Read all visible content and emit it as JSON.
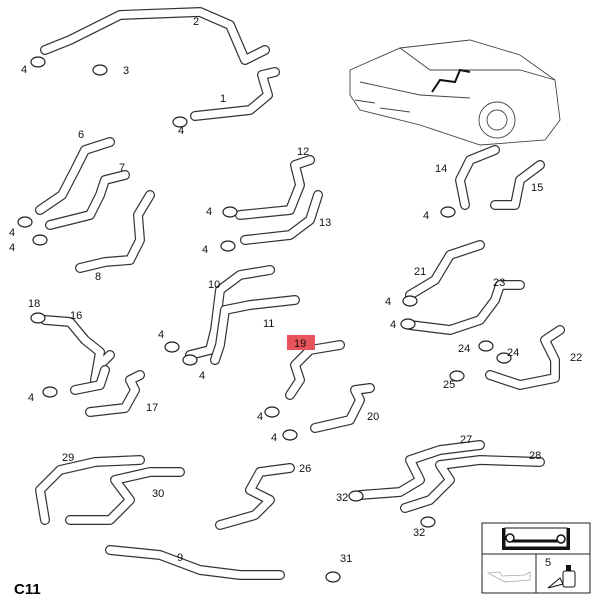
{
  "diagram": {
    "page_code": "C11",
    "highlight_color": "#e8525a",
    "highlighted_part": "19",
    "labels": [
      {
        "id": "2",
        "t": "2"
      },
      {
        "id": "4a",
        "t": "4"
      },
      {
        "id": "3",
        "t": "3"
      },
      {
        "id": "1",
        "t": "1"
      },
      {
        "id": "4b",
        "t": "4"
      },
      {
        "id": "6",
        "t": "6"
      },
      {
        "id": "7",
        "t": "7"
      },
      {
        "id": "4c",
        "t": "4"
      },
      {
        "id": "4d",
        "t": "4"
      },
      {
        "id": "8",
        "t": "8"
      },
      {
        "id": "12",
        "t": "12"
      },
      {
        "id": "4e",
        "t": "4"
      },
      {
        "id": "13",
        "t": "13"
      },
      {
        "id": "4f",
        "t": "4"
      },
      {
        "id": "14",
        "t": "14"
      },
      {
        "id": "15",
        "t": "15"
      },
      {
        "id": "4g",
        "t": "4"
      },
      {
        "id": "21",
        "t": "21"
      },
      {
        "id": "23",
        "t": "23"
      },
      {
        "id": "4h",
        "t": "4"
      },
      {
        "id": "4i",
        "t": "4"
      },
      {
        "id": "24a",
        "t": "24"
      },
      {
        "id": "24b",
        "t": "24"
      },
      {
        "id": "22",
        "t": "22"
      },
      {
        "id": "25",
        "t": "25"
      },
      {
        "id": "18",
        "t": "18"
      },
      {
        "id": "16",
        "t": "16"
      },
      {
        "id": "10",
        "t": "10"
      },
      {
        "id": "11",
        "t": "11"
      },
      {
        "id": "4j",
        "t": "4"
      },
      {
        "id": "4k",
        "t": "4"
      },
      {
        "id": "4l",
        "t": "4"
      },
      {
        "id": "17",
        "t": "17"
      },
      {
        "id": "4m",
        "t": "4"
      },
      {
        "id": "20",
        "t": "20"
      },
      {
        "id": "4n",
        "t": "4"
      },
      {
        "id": "29",
        "t": "29"
      },
      {
        "id": "30",
        "t": "30"
      },
      {
        "id": "26",
        "t": "26"
      },
      {
        "id": "27",
        "t": "27"
      },
      {
        "id": "28",
        "t": "28"
      },
      {
        "id": "32a",
        "t": "32"
      },
      {
        "id": "32b",
        "t": "32"
      },
      {
        "id": "9",
        "t": "9"
      },
      {
        "id": "31",
        "t": "31"
      }
    ],
    "legend": {
      "sealant_label": "5",
      "icons": [
        "manual-wrench-icon",
        "tray-icon",
        "sealant-bottle-icon"
      ]
    }
  }
}
